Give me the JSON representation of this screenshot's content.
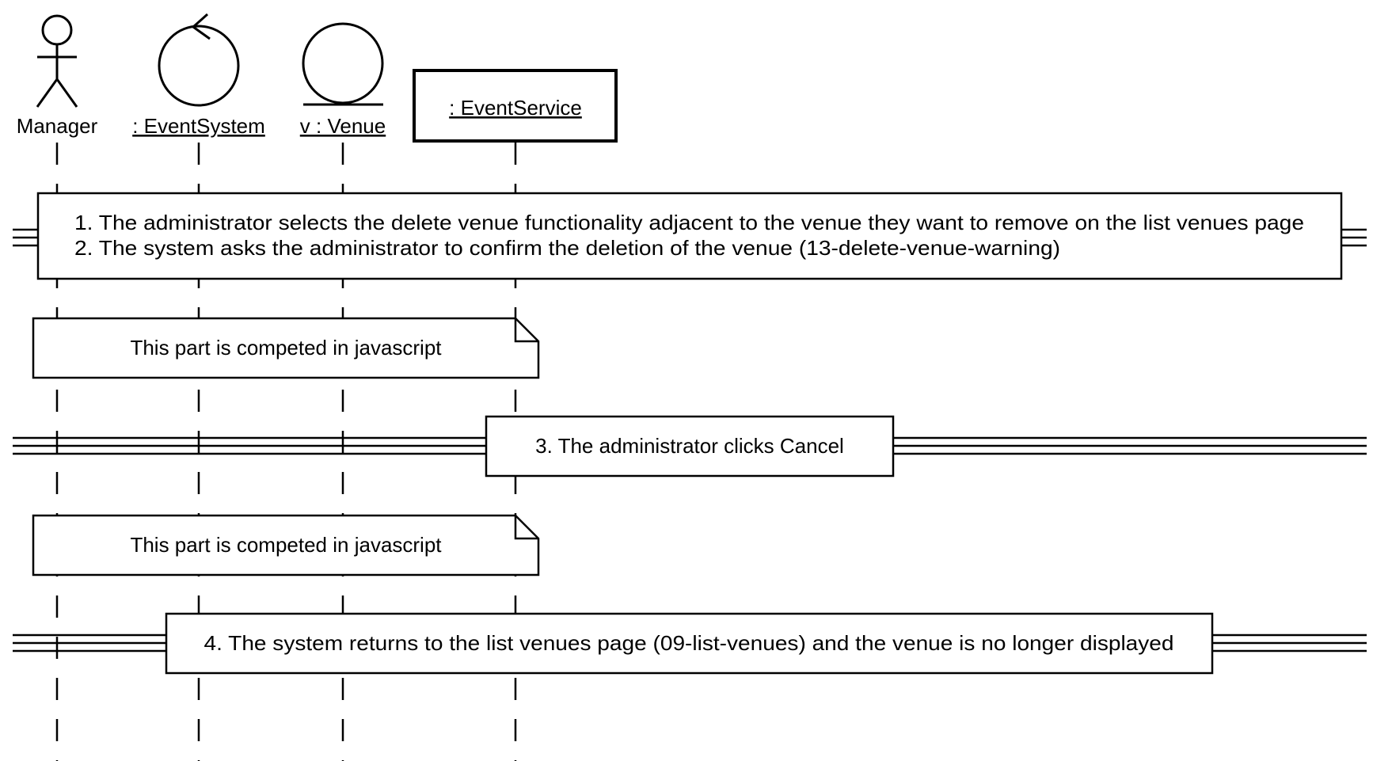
{
  "diagram": {
    "participants": [
      {
        "id": "manager",
        "label": "Manager",
        "kind": "actor",
        "underlined": false
      },
      {
        "id": "event-system",
        "label": ": EventSystem",
        "kind": "control",
        "underlined": true
      },
      {
        "id": "venue",
        "label": "v : Venue",
        "kind": "entity",
        "underlined": true
      },
      {
        "id": "event-service",
        "label": ": EventService",
        "kind": "object",
        "underlined": true
      }
    ],
    "steps": {
      "step_1": "1. The administrator selects the delete venue functionality adjacent to the venue they want to remove on the list venues page",
      "step_2": "2. The system asks the administrator to confirm the deletion of the venue (13-delete-venue-warning)",
      "step_3": "3. The administrator clicks Cancel",
      "step_4": "4. The system returns to the list venues page (09-list-venues) and the venue is no longer displayed"
    },
    "notes": {
      "note_1": "This part is competed in javascript",
      "note_2": "This part is competed in javascript"
    }
  }
}
